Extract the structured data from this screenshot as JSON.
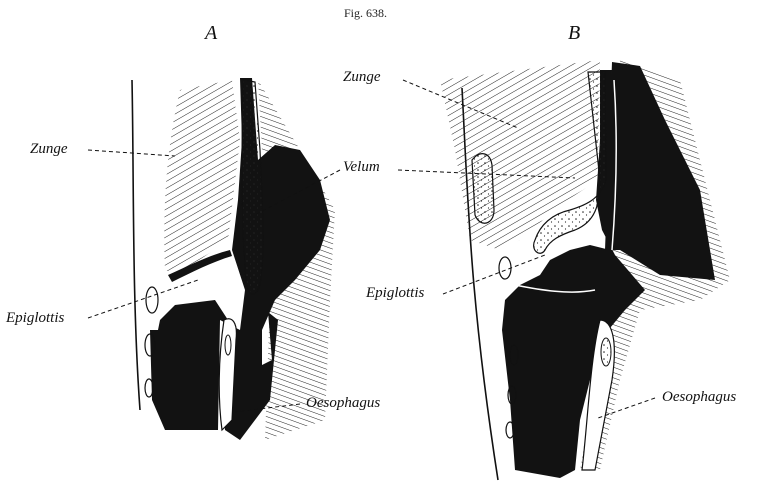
{
  "figure": {
    "title": "Fig. 638.",
    "panel_a": "A",
    "panel_b": "B"
  },
  "labels": {
    "zunge_a": "Zunge",
    "epiglottis_a": "Epiglottis",
    "velum": "Velum",
    "oesophagus_a": "Oesophagus",
    "zunge_b": "Zunge",
    "epiglottis_b": "Epiglottis",
    "oesophagus_b": "Oesophagus"
  }
}
